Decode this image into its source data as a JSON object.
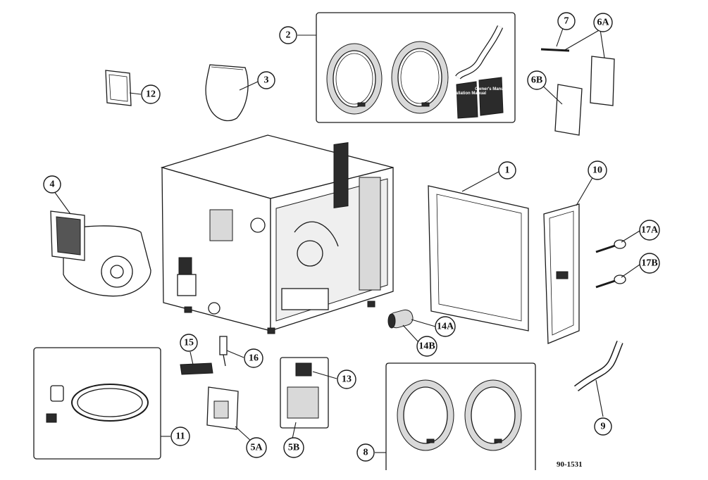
{
  "callouts": [
    {
      "id": "c-1",
      "label": "1"
    },
    {
      "id": "c-2",
      "label": "2"
    },
    {
      "id": "c-3",
      "label": "3"
    },
    {
      "id": "c-4",
      "label": "4"
    },
    {
      "id": "c-5a",
      "label": "5A"
    },
    {
      "id": "c-5b",
      "label": "5B"
    },
    {
      "id": "c-6a",
      "label": "6A"
    },
    {
      "id": "c-6b",
      "label": "6B"
    },
    {
      "id": "c-7",
      "label": "7"
    },
    {
      "id": "c-8",
      "label": "8"
    },
    {
      "id": "c-9",
      "label": "9"
    },
    {
      "id": "c-10",
      "label": "10"
    },
    {
      "id": "c-11",
      "label": "11"
    },
    {
      "id": "c-12",
      "label": "12"
    },
    {
      "id": "c-13",
      "label": "13"
    },
    {
      "id": "c-14a",
      "label": "14A"
    },
    {
      "id": "c-14b",
      "label": "14B"
    },
    {
      "id": "c-15",
      "label": "15"
    },
    {
      "id": "c-16",
      "label": "16"
    },
    {
      "id": "c-17a",
      "label": "17A"
    },
    {
      "id": "c-17b",
      "label": "17B"
    }
  ],
  "booklets": {
    "left": "Installation Manual",
    "right": "Owner's Manual"
  },
  "drawing_number": "90-1531"
}
